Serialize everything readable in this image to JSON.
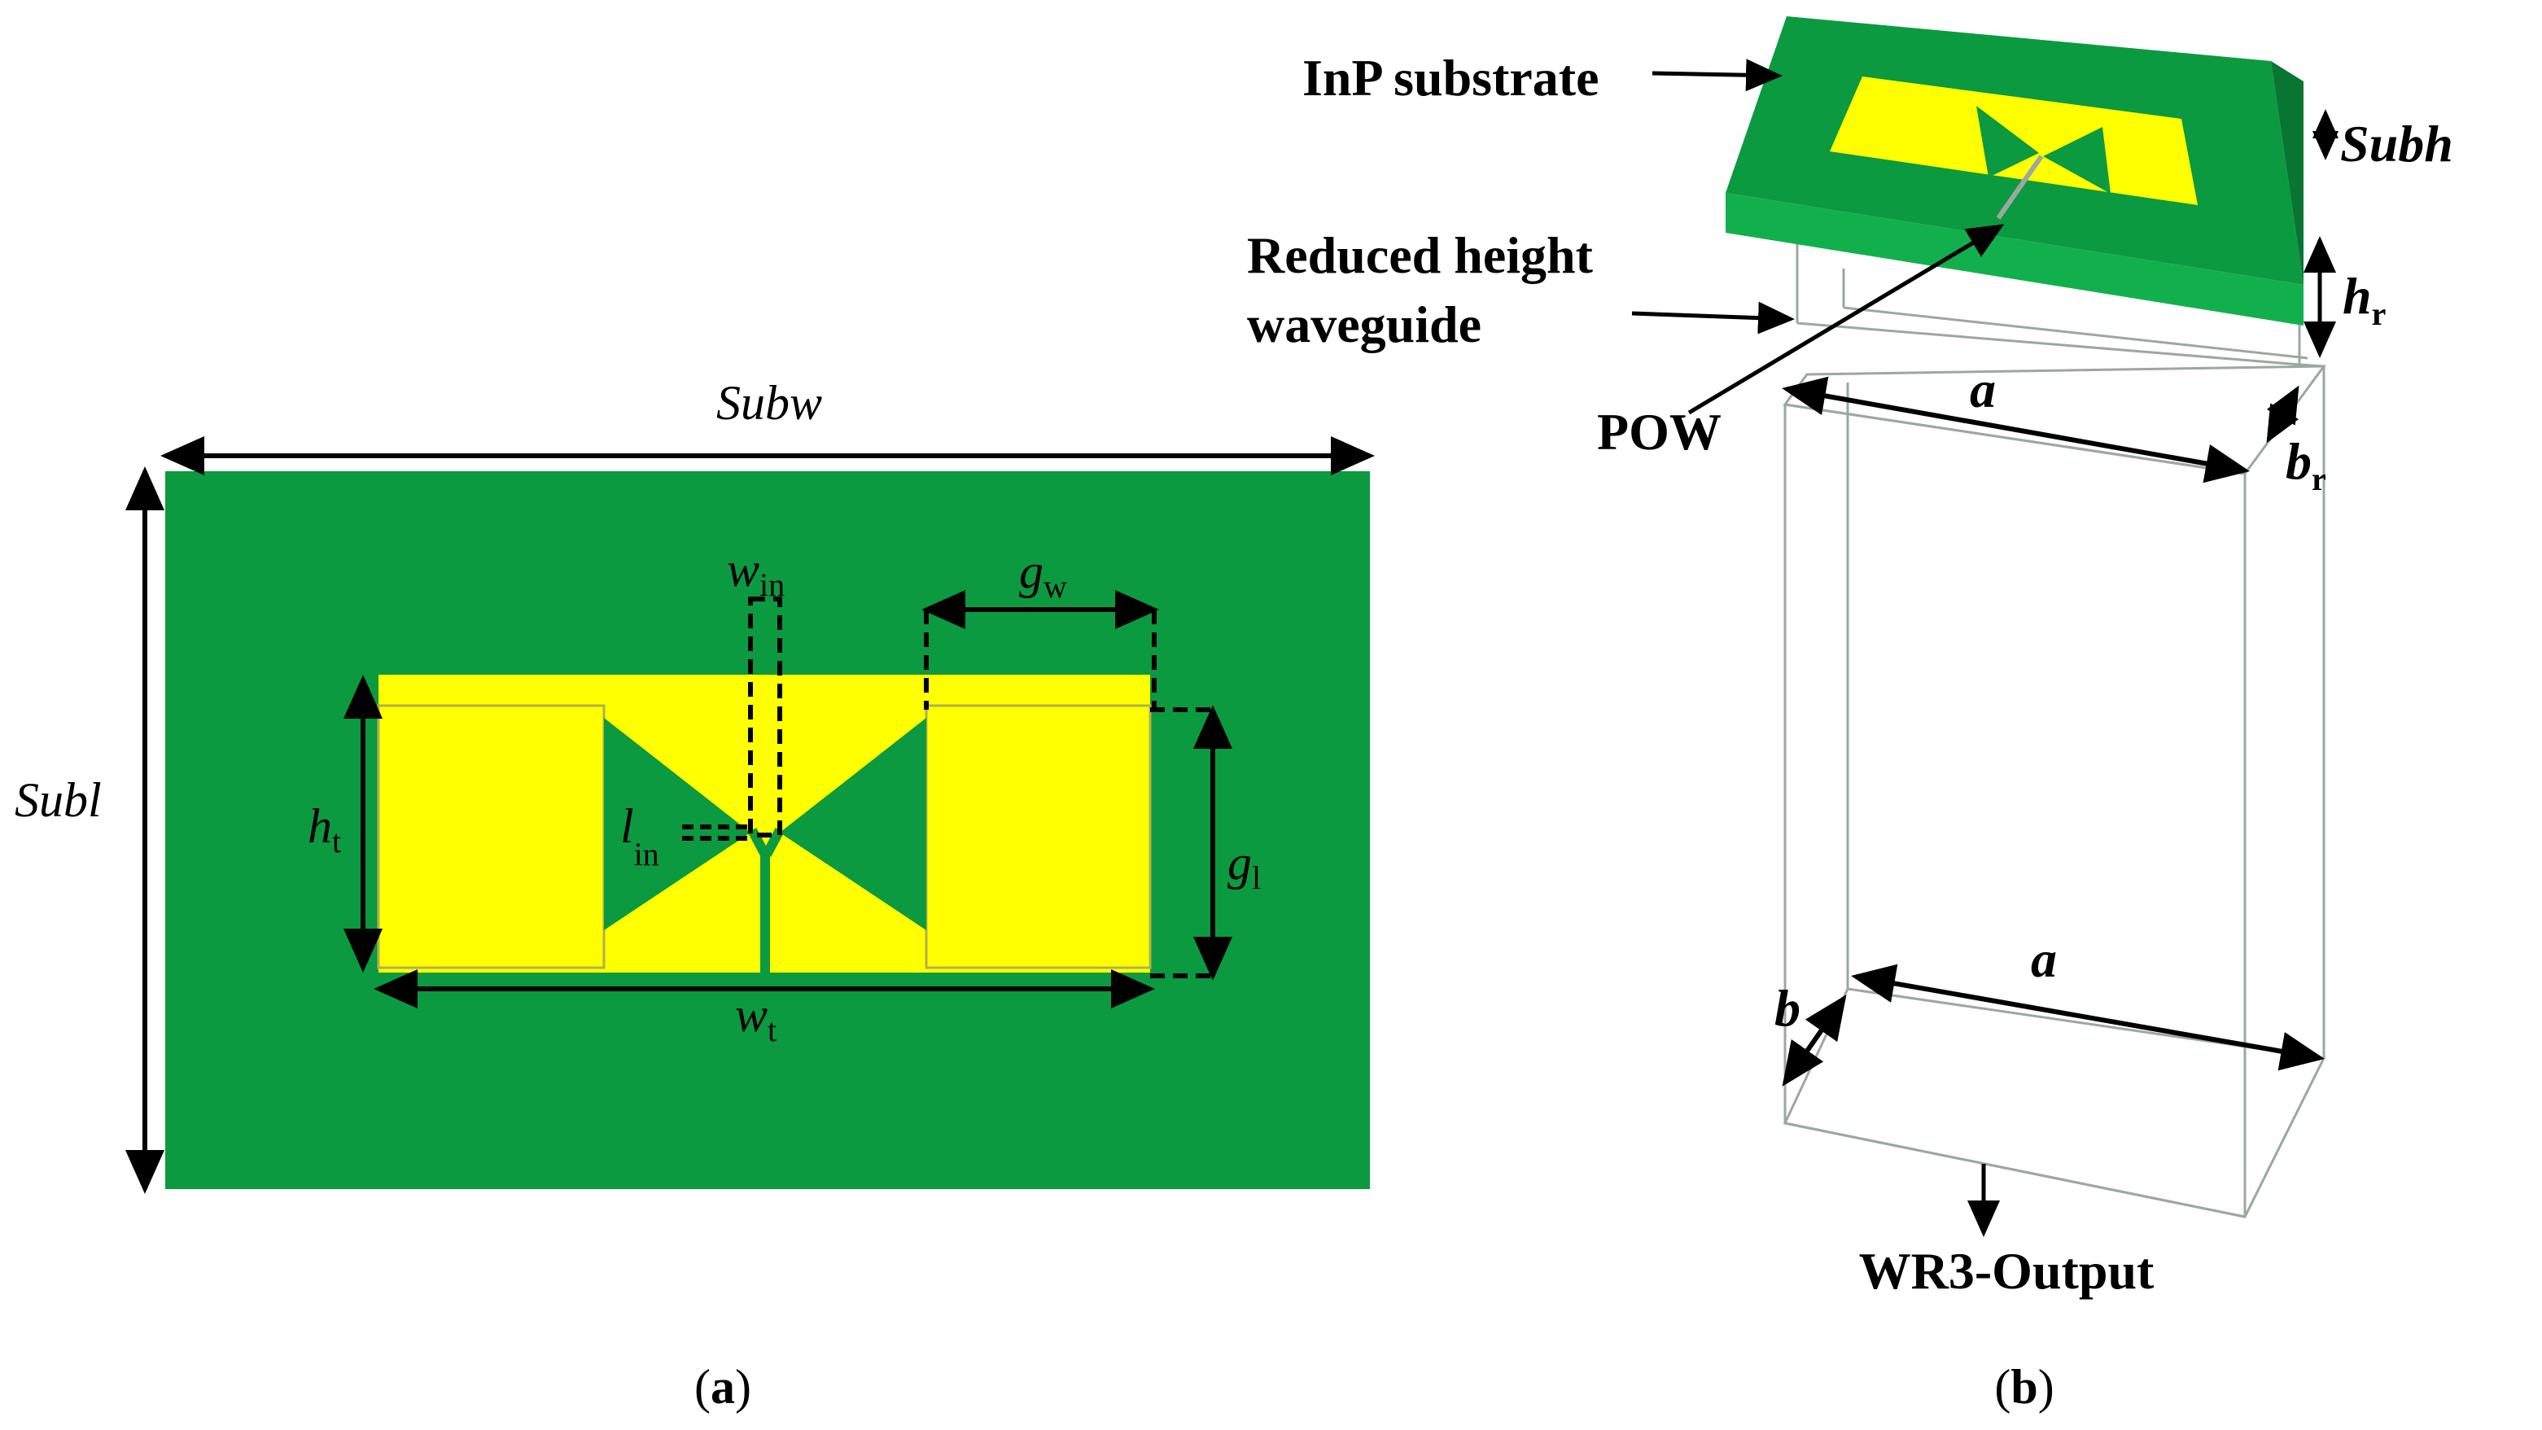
{
  "colors": {
    "substrate": "#0b9a40",
    "substrate_dark": "#087533",
    "substrate_side": "#12b04c",
    "metal": "#ffff00",
    "line": "#000000",
    "wire": "#9aa8a0"
  },
  "panel_a": {
    "caption_open": "(",
    "caption_letter": "a",
    "caption_close": ")",
    "subw": "Subw",
    "subl": "Subl",
    "w_in_main": "w",
    "w_in_sub": "in",
    "g_w_main": "g",
    "g_w_sub": "w",
    "h_t_main": "h",
    "h_t_sub": "t",
    "l_in_main": "l",
    "l_in_sub": "in",
    "g_l_main": "g",
    "g_l_sub": "l",
    "w_t_main": "w",
    "w_t_sub": "t"
  },
  "panel_b": {
    "caption_open": "(",
    "caption_letter": "b",
    "caption_close": ")",
    "inp_substrate": "InP substrate",
    "subh": "Subh",
    "reduced_line1": "Reduced height",
    "reduced_line2": "waveguide",
    "pow": "POW",
    "a_top": "a",
    "a_bottom": "a",
    "b_r_main": "b",
    "b_r_sub": "r",
    "h_r_main": "h",
    "h_r_sub": "r",
    "b": "b",
    "output": "WR3-Output"
  }
}
